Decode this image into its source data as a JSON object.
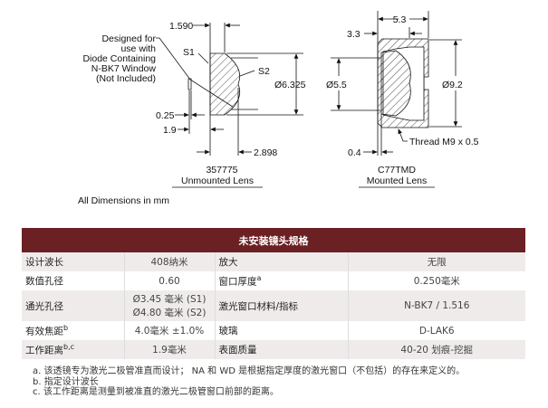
{
  "drawing_left": {
    "note": [
      "Designed for",
      "use with",
      "Diode Containing",
      "N-BK7 Window",
      "(Not Included)"
    ],
    "dim_1590": "1.590",
    "s1": "S1",
    "s2": "S2",
    "dia_6325": "Ø6.325",
    "dim_025": "0.25",
    "dim_19": "1.9",
    "dim_2898": "2.898",
    "part": "357775",
    "caption": "Unmounted Lens"
  },
  "drawing_right": {
    "dim_53": "5.3",
    "dim_33": "3.3",
    "dia_55": "Ø5.5",
    "dia_92": "Ø9.2",
    "thread": "Thread M9 x 0.5",
    "dim_04": "0.4",
    "part": "C77TMD",
    "caption": "Mounted Lens"
  },
  "all_dims": "All Dimensions in mm",
  "table": {
    "title": "未安装镜头规格",
    "rows": [
      {
        "k1": "设计波长",
        "v1": "408纳米",
        "k2": "放大",
        "v2": "无限"
      },
      {
        "k1": "数值孔径",
        "v1": "0.60",
        "k2": "窗口厚度",
        "k2_sup": "a",
        "v2": "0.250毫米"
      },
      {
        "k1": "通光孔径",
        "v1": "Ø3.45 毫米 (S1)",
        "v1b": "Ø4.80 毫米 (S2)",
        "k2": "激光窗口材料/指标",
        "v2": "N-BK7 / 1.516"
      },
      {
        "k1": "有效焦距",
        "k1_sup": "b",
        "v1": "4.0毫米 ±1.0%",
        "k2": "玻璃",
        "v2": "D-LAK6"
      },
      {
        "k1": "工作距离",
        "k1_sup": "b,c",
        "v1": "1.9毫米",
        "k2": "表面质量",
        "v2": "40-20 划痕-挖掘"
      }
    ]
  },
  "footnotes": [
    "a. 该透镜专为激光二极管准直而设计； NA 和 WD 是根据指定厚度的激光窗口（不包括）的存在来定义的。",
    "b. 指定设计波长",
    "c. 该工作距离是测量到被准直的激光二极管窗口前部的距离。"
  ]
}
